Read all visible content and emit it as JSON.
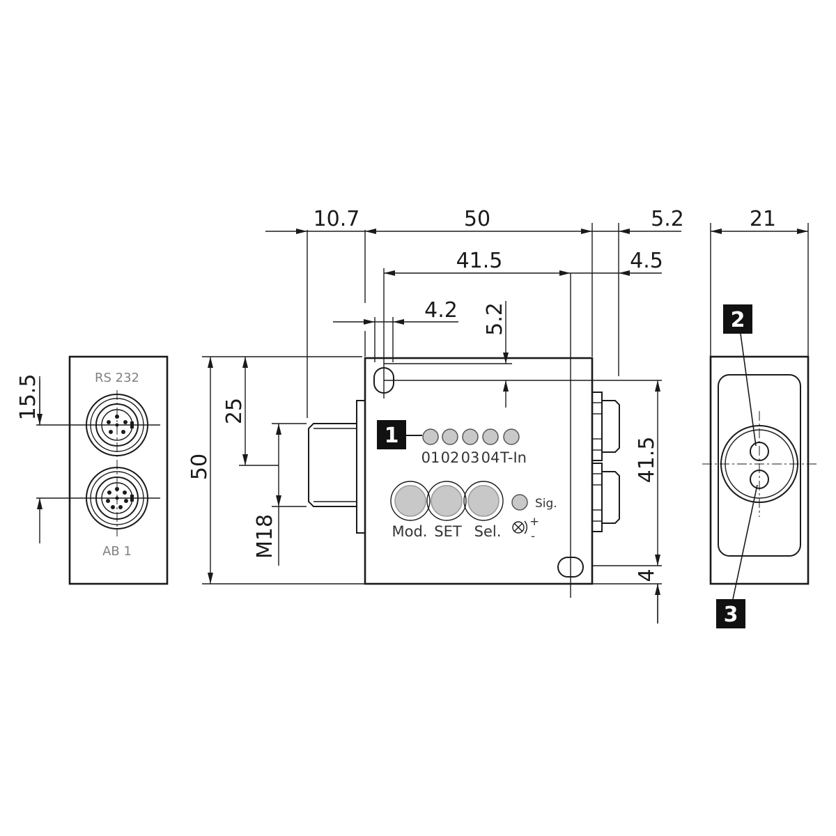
{
  "drawing": {
    "dimensions": {
      "top_10_7": "10.7",
      "top_50": "50",
      "top_5_2": "5.2",
      "top_41_5": "41.5",
      "top_4_5": "4.5",
      "hole_4_2": "4.2",
      "hole_5_2": "5.2",
      "height_50": "50",
      "height_25": "25",
      "thread_m18": "M18",
      "right_41_5": "41.5",
      "right_4": "4",
      "side_21": "21",
      "left_15_5": "15.5"
    },
    "connectors": {
      "top": "RS 232",
      "bottom": "AB 1"
    },
    "leds": [
      "01",
      "02",
      "03",
      "04",
      "T-In"
    ],
    "buttons": [
      "Mod.",
      "SET",
      "Sel."
    ],
    "signal_label": "Sig.",
    "adjust_plus": "+",
    "adjust_minus": "-",
    "callouts": [
      "1",
      "2",
      "3"
    ],
    "colors": {
      "line": "#1a1a1a",
      "button_fill": "#c8c8c8",
      "connector_text": "#808080",
      "callout_fill": "#111111"
    }
  }
}
